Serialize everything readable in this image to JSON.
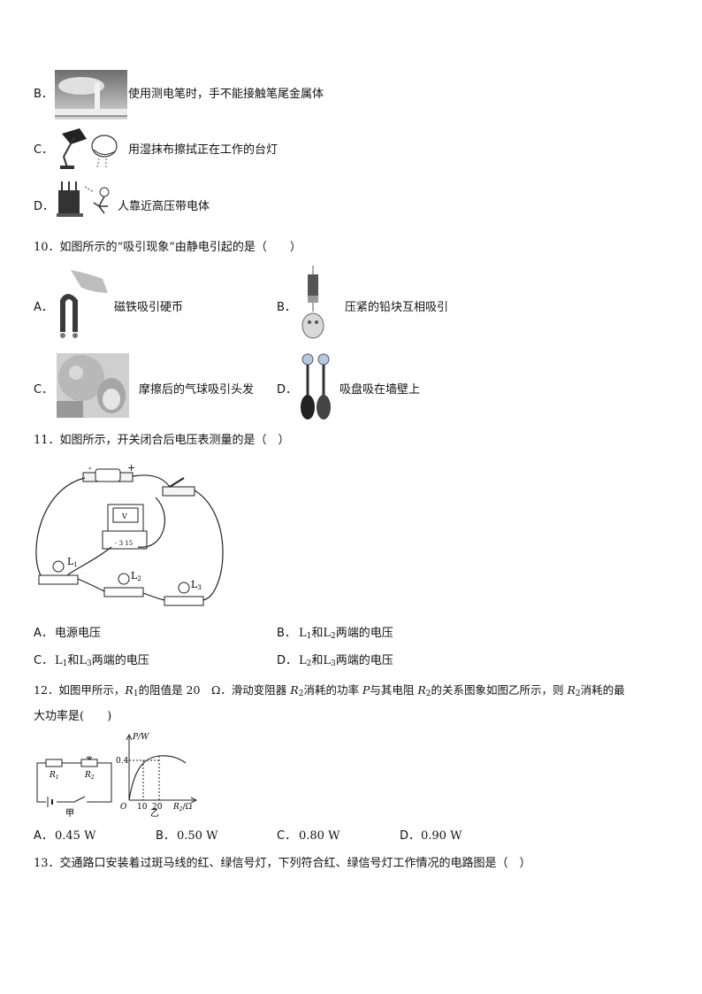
{
  "q9": {
    "b_label": "B．",
    "b_text": "使用测电笔时，手不能接触笔尾金属体",
    "c_label": "C．",
    "c_text": "用湿抹布擦拭正在工作的台灯",
    "d_label": "D．",
    "d_text": "人靠近高压带电体"
  },
  "q10": {
    "stem": "10．如图所示的“吸引现象”由静电引起的是（　　）",
    "a_label": "A．",
    "a_text": "磁铁吸引硬币",
    "b_label": "B．",
    "b_text": "压紧的铅块互相吸引",
    "c_label": "C．",
    "c_text": "摩擦后的气球吸引头发",
    "d_label": "D．",
    "d_text": "吸盘吸在墙壁上"
  },
  "q11": {
    "stem": "11．如图所示，开关闭合后电压表测量的是（　）",
    "fig": {
      "minus": "-",
      "plus": "+",
      "meter_v": "V",
      "meter_terms": "- 3 15",
      "L": "L",
      "s1": "1",
      "s2": "2",
      "s3": "3"
    },
    "a_label": "A．",
    "a_text": "电源电压",
    "b_label": "B．",
    "b_l": "L",
    "b_s1": "1",
    "b_mid": "和",
    "b_l2": "L",
    "b_s2": "2",
    "b_end": "两端的电压",
    "c_label": "C．",
    "c_l": "L",
    "c_s1": "1",
    "c_mid": "和",
    "c_l2": "L",
    "c_s2": "3",
    "c_end": "两端的电压",
    "d_label": "D．",
    "d_l": "L",
    "d_s1": "2",
    "d_mid": "和",
    "d_l2": "L",
    "d_s2": "3",
    "d_end": "两端的电压"
  },
  "q12": {
    "stem_p1": "12．如图甲所示，",
    "r": "R",
    "r1": "1",
    "stem_p2": "的阻值是 20　Ω．滑动变阻器 ",
    "r2": "2",
    "stem_p3": "消耗的功率 ",
    "p": "P",
    "stem_p4": "与其电阻 ",
    "stem_p5": "的关系图象如图乙所示，则 ",
    "stem_p6": "消耗的最",
    "stem_line2": "大功率是(　　)",
    "fig": {
      "r1_lbl": "R",
      "r1_sub": "1",
      "r2_lbl": "R",
      "r2_sub": "2",
      "jia": "甲",
      "yi": "乙",
      "y_axis": "P/W",
      "y_tick": "0.4",
      "origin": "O",
      "x_t1": "10",
      "x_t2": "20",
      "x_axis": "R",
      "x_axis_sub": "2",
      "x_axis_unit": "/Ω"
    },
    "a_label": "A．",
    "a_text": "0.45 W",
    "b_label": "B．",
    "b_text": "0.50 W",
    "c_label": "C．",
    "c_text": "0.80 W",
    "d_label": "D．",
    "d_text": "0.90 W"
  },
  "q13": {
    "stem": "13．交通路口安装着过斑马线的红、绿信号灯，下列符合红、绿信号灯工作情况的电路图是（　）"
  }
}
